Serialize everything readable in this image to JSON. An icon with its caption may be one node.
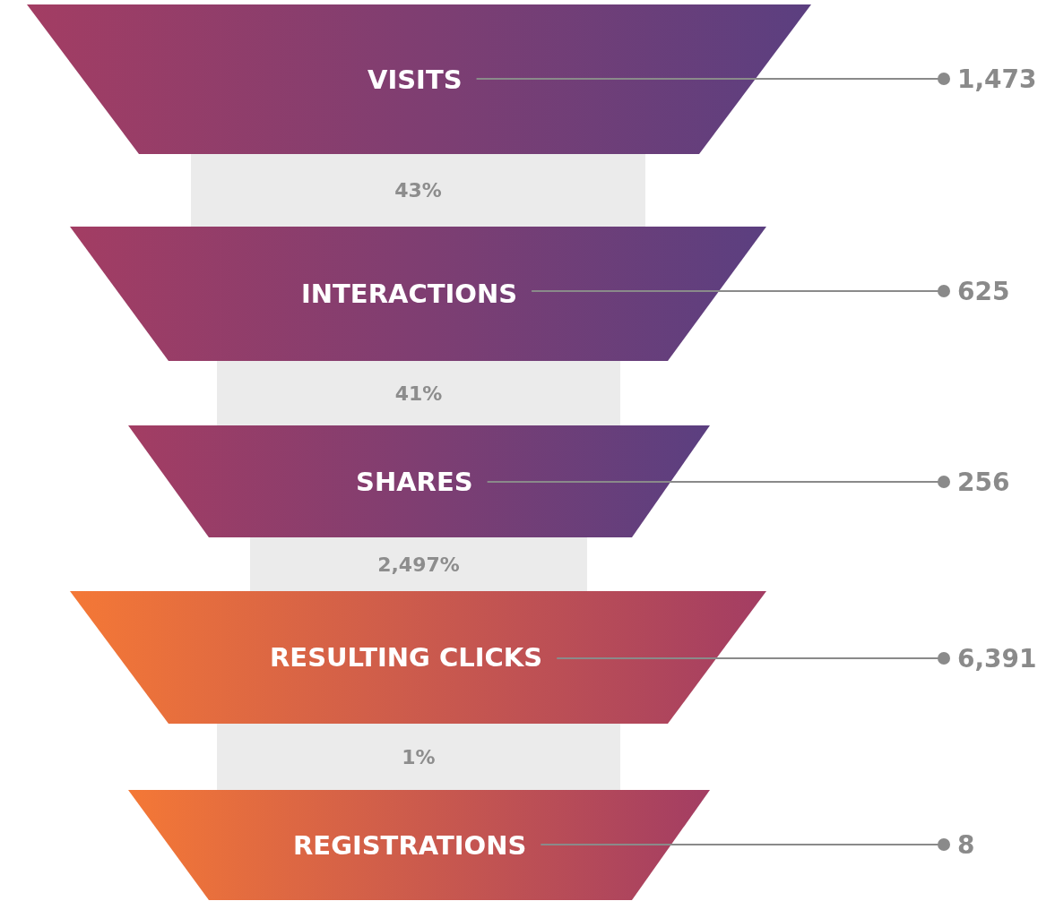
{
  "diagram": {
    "nodes": [
      {
        "text": [
          "VISITS"
        ]
      },
      {
        "text": [
          "1,473"
        ]
      },
      {
        "text": [
          "43%"
        ]
      },
      {
        "text": [
          "INTERACTIONS"
        ]
      },
      {
        "text": [
          "625"
        ]
      },
      {
        "text": [
          "41%"
        ]
      },
      {
        "text": [
          "SHARES"
        ]
      },
      {
        "text": [
          "256"
        ]
      },
      {
        "text": [
          "2,497%"
        ]
      },
      {
        "text": [
          "RESULTING CLICKS"
        ]
      },
      {
        "text": [
          "6,391"
        ]
      },
      {
        "text": [
          "1%"
        ]
      },
      {
        "text": [
          "REGISTRATIONS"
        ]
      },
      {
        "text": [
          "8"
        ]
      }
    ],
    "edges": [
      {
        "from": 0,
        "to": 1,
        "arrow": "other"
      },
      {
        "from": 3,
        "to": 4,
        "arrow": "other"
      },
      {
        "from": 6,
        "to": 7,
        "arrow": "other"
      },
      {
        "from": 9,
        "to": 10,
        "arrow": "other"
      },
      {
        "from": 12,
        "to": 13,
        "arrow": "other"
      }
    ]
  }
}
